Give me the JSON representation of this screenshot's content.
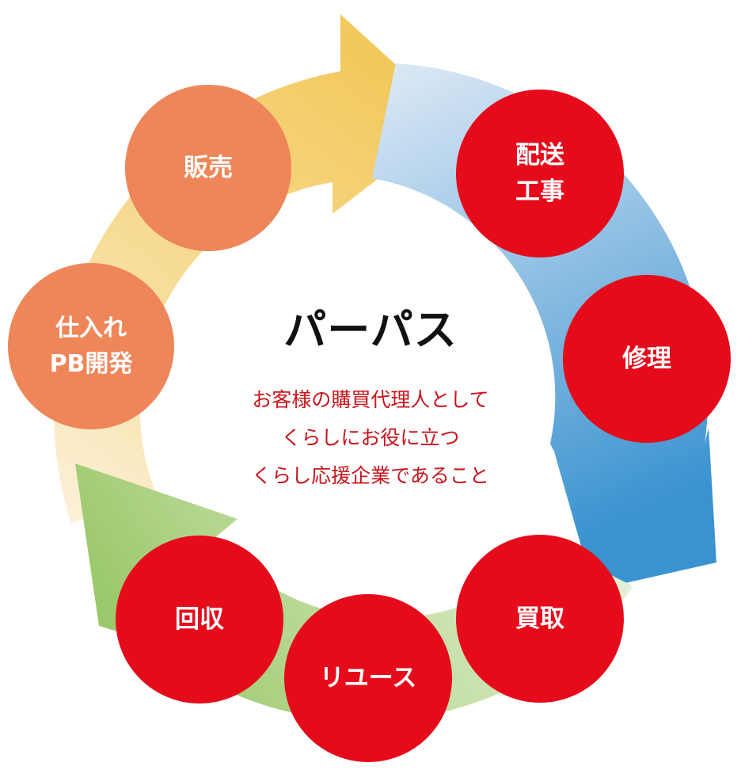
{
  "colors": {
    "arrow_yellow": "#f3c95e",
    "arrow_blue_light": "#d9e8f6",
    "arrow_blue": "#3d95d1",
    "arrow_green": "#a8cf7a",
    "arrow_green_light": "#e6f0d8",
    "node_orange": "#ee8659",
    "node_red": "#e50b1b",
    "title": "#111111",
    "mission": "#c8161d"
  },
  "center": {
    "title": "パーパス",
    "mission_lines": [
      "お客様の購買代理人として",
      "くらしにお役に立つ",
      "くらし応援企業であること"
    ]
  },
  "nodes": {
    "sales": {
      "lines": [
        "販売"
      ]
    },
    "purchase": {
      "lines": [
        "仕入れ",
        "PB開発"
      ]
    },
    "delivery": {
      "lines": [
        "配送",
        "工事"
      ]
    },
    "repair": {
      "lines": [
        "修理"
      ]
    },
    "buyback": {
      "lines": [
        "買取"
      ]
    },
    "reuse": {
      "lines": [
        "リユース"
      ]
    },
    "collection": {
      "lines": [
        "回収"
      ]
    }
  }
}
